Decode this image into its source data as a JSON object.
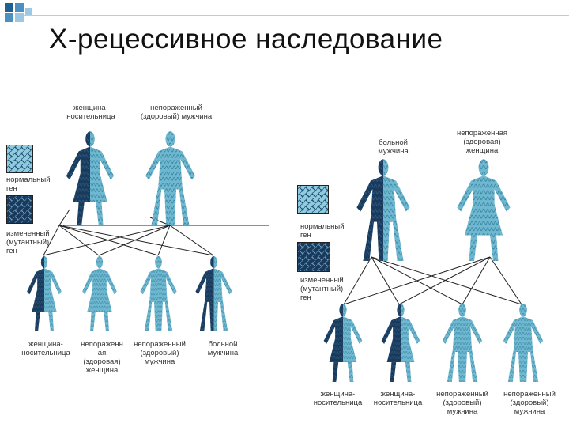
{
  "title": "X-рецессивное наследование",
  "colors": {
    "healthy_fill": "#6fb8cf",
    "mutant_fill": "#1a3a5c",
    "title_squares": [
      "#1f5f91",
      "#4a90c2",
      "#9cc8e4"
    ]
  },
  "left_panel": {
    "parent_labels": [
      "женщина-\nносительница",
      "непораженный\n(здоровый) мужчина"
    ],
    "legend_normal": "нормальный\nген",
    "legend_mutant": "измененный\n(мутантный)\nген",
    "child_labels": [
      "женщина-\nносительница",
      "непораженн\nая\n(здоровая)\nженщина",
      "непораженный\n(здоровый)\nмужчина",
      "больной\nмужчина"
    ]
  },
  "right_panel": {
    "parent_labels": [
      "больной\nмужчина",
      "непораженная\n(здоровая)\nженщина"
    ],
    "legend_normal": "нормальный\nген",
    "legend_mutant": "измененный\n(мутантный)\nген",
    "child_labels": [
      "женщина-\nносительница",
      "женщина-\nносительница",
      "непораженный\n(здоровый)\nмужчина",
      "непораженный\n(здоровый)\nмужчина"
    ]
  }
}
